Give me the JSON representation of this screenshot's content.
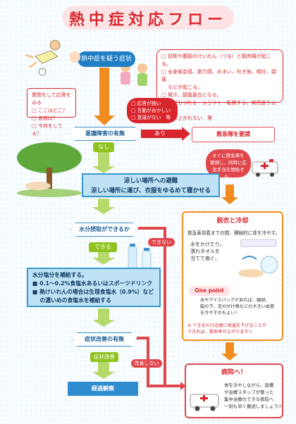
{
  "title": "熱中症対応フロー",
  "suspect": {
    "label": "熱中症を疑う症状"
  },
  "symptoms": [
    "□ 目眩や腹筋のけいれん（つる）と筋肉痛が起こる。",
    "□ 全身倦怠感、脱力感、めまい、吐き気、嘔吐、頭痛",
    "　 などが起こる。",
    "□ 発汗、顔面蒼白となる。",
    "□ 足がもつれる・ふらつく・転倒する、突然座り込む・",
    "　 立ち上がれない　等"
  ],
  "questions": {
    "title": "質問をして応答をみる",
    "items": [
      "□ ここはどこ？",
      "□ 名前は？",
      "□ 今何をしてる？"
    ]
  },
  "response_bubble": [
    "□ 応答が鈍い",
    "□ 言動がおかしい",
    "□ 意識がない　等"
  ],
  "consciousness": {
    "label": "意識障害の有無",
    "yes": "あり",
    "no": "なし"
  },
  "ambulance": {
    "label": "救急隊を要請"
  },
  "ambulance_bubble": [
    "すぐに救急車を",
    "要請し、同時に応",
    "急手当を開始する。"
  ],
  "cool_place": {
    "line1": "涼しい場所への避難",
    "line2": "涼しい場所に運び、衣服をゆるめて寝かせる"
  },
  "water": {
    "label": "水分摂取ができるか",
    "yes": "できる",
    "no": "できない"
  },
  "cooling": {
    "title": "脱衣と冷却",
    "line1": "救急車到着までの間、積極的に体を冷やす。",
    "line2a": "水をかけたり、",
    "line2b": "濡れタオルを",
    "line2c": "当てて扇ぐ。",
    "point_label": "One point",
    "point1": "氷やアイスパックがあれば、頸部、",
    "point2": "脇の下、足の付け根などの大きい血管",
    "point3": "を冷やすのもよい！",
    "note1": "※ できるだけ迅速に体温を下げることが",
    "note2": "できれば、救命率が上がります!!"
  },
  "hydrate": {
    "title": "水分塩分を補給する。",
    "line1": "■ 0.1〜0.2%食塩水あるいはスポーツドリンク",
    "line2": "■ 熱けいれんの場合は生理食塩水（0.9%）など",
    "line3": "　 の濃いめの食塩水を補給する"
  },
  "improve": {
    "label": "症状改善の有無",
    "yes": "症状改善",
    "no": "改善しない"
  },
  "observe": {
    "label": "経過観察"
  },
  "hospital": {
    "title": "病院へ！",
    "line1": "体を冷やしながら、設備",
    "line2": "や治療スタッフが整った",
    "line3": "集中治療のできる病院へ",
    "line4": "一刻も早く搬送しましょう!!"
  },
  "colors": {
    "red": "#d9262c",
    "blue": "#2e8ccf",
    "green": "#8fc31f",
    "orange": "#f18d1e"
  }
}
